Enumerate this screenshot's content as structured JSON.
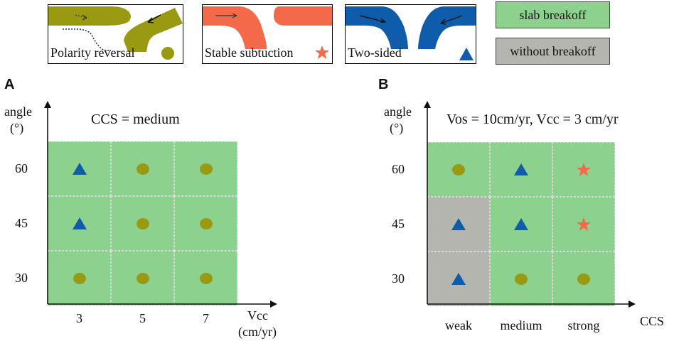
{
  "legend": {
    "polarity_reversal": {
      "label": "Polarity reversal",
      "symbol": "circle-icon",
      "color": "#9a9a12"
    },
    "stable_subduction": {
      "label": "Stable subtuction",
      "symbol": "star-icon",
      "color": "#f4694a"
    },
    "two_sided": {
      "label": "Two-sided",
      "symbol": "triangle-icon",
      "color": "#0f5cab"
    },
    "slab_breakoff": {
      "label": "slab breakoff",
      "color": "#8dd18e"
    },
    "without_breakoff": {
      "label": "without breakoff",
      "color": "#b5b5b0"
    }
  },
  "panel_a": {
    "letter": "A",
    "title": "CCS = medium",
    "y_label_line1": "angle",
    "y_label_line2": "(°)",
    "x_label_line1": "Vcc",
    "x_label_line2": "(cm/yr)",
    "x_ticks": [
      "3",
      "5",
      "7"
    ],
    "y_ticks": [
      "60",
      "45",
      "30"
    ],
    "cells": [
      [
        "breakoff",
        "breakoff",
        "breakoff"
      ],
      [
        "breakoff",
        "breakoff",
        "breakoff"
      ],
      [
        "breakoff",
        "breakoff",
        "breakoff"
      ]
    ],
    "symbols": [
      [
        "triangle",
        "circle",
        "circle"
      ],
      [
        "triangle",
        "circle",
        "circle"
      ],
      [
        "circle",
        "circle",
        "circle"
      ]
    ]
  },
  "panel_b": {
    "letter": "B",
    "title": "Vos = 10cm/yr, Vcc = 3 cm/yr",
    "y_label_line1": "angle",
    "y_label_line2": "(°)",
    "x_label": "CCS",
    "x_ticks": [
      "weak",
      "medium",
      "strong"
    ],
    "y_ticks": [
      "60",
      "45",
      "30"
    ],
    "cells": [
      [
        "breakoff",
        "breakoff",
        "breakoff"
      ],
      [
        "none",
        "breakoff",
        "breakoff"
      ],
      [
        "none",
        "breakoff",
        "breakoff"
      ]
    ],
    "symbols": [
      [
        "circle",
        "triangle",
        "star"
      ],
      [
        "triangle",
        "triangle",
        "star"
      ],
      [
        "triangle",
        "circle",
        "circle"
      ]
    ]
  }
}
